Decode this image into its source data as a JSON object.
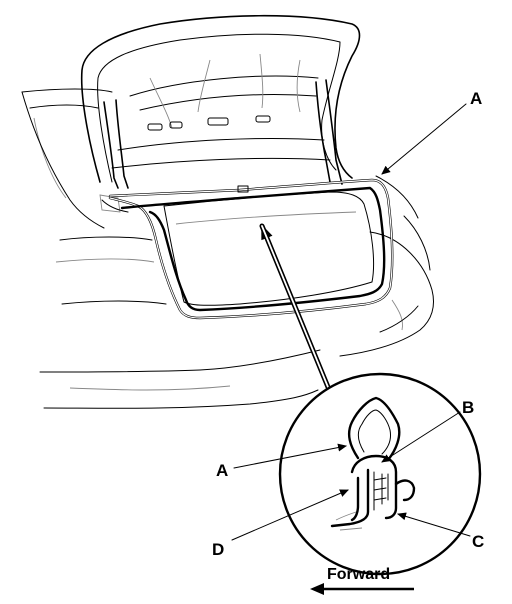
{
  "labels": {
    "a_top": "A",
    "a_detail": "A",
    "b": "B",
    "c": "C",
    "d": "D"
  },
  "direction": {
    "text": "Forward"
  }
}
